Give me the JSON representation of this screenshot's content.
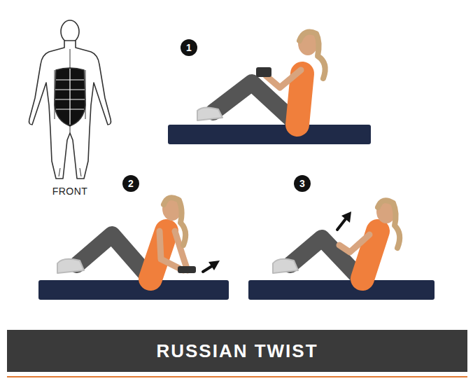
{
  "diagram": {
    "title": "RUSSIAN TWIST",
    "labels": [
      "FRONT",
      "1",
      "2",
      "3"
    ]
  }
}
